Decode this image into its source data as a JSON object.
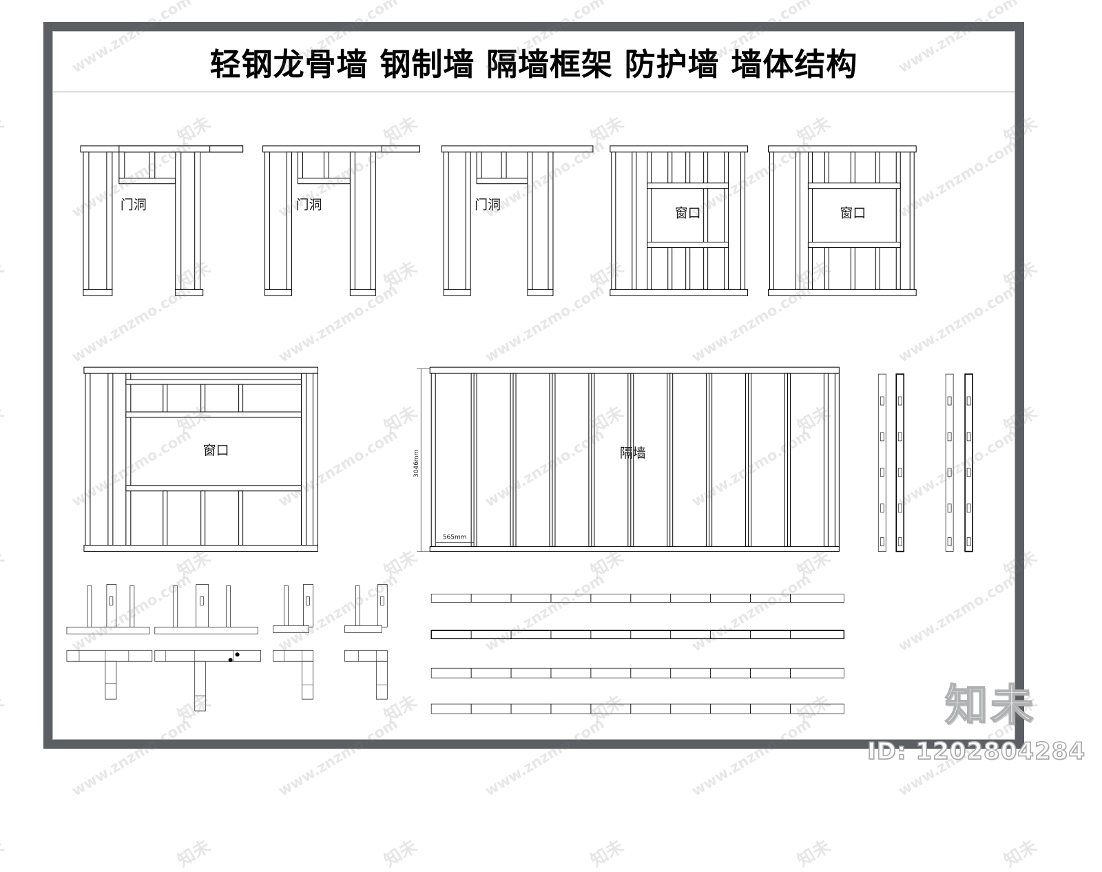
{
  "sheet": {
    "title": "轻钢龙骨墙  钢制墙  隔墙框架  防护墙  墙体结构",
    "frame_color": "#5b5e62",
    "paper_color": "#ffffff",
    "ink_color": "#000000"
  },
  "labels": {
    "door_opening": "门洞",
    "window_opening": "窗口",
    "partition": "隔墙"
  },
  "panels_row1": [
    {
      "name": "door-frame-panel-1",
      "label": "门洞"
    },
    {
      "name": "door-frame-panel-2",
      "label": "门洞"
    },
    {
      "name": "door-frame-panel-3",
      "label": "门洞"
    },
    {
      "name": "window-frame-panel-1",
      "label": "窗口"
    },
    {
      "name": "window-frame-panel-2",
      "label": "窗口"
    }
  ],
  "panels_row2": [
    {
      "name": "wide-window-panel",
      "label": "窗口"
    },
    {
      "name": "partition-wall-panel",
      "label": "隔墙"
    }
  ],
  "dimensions": {
    "height_label": "3046mm",
    "spacing_label": "565mm"
  },
  "details": {
    "junctions": [
      {
        "name": "t-junction-detail-1",
        "type": "T"
      },
      {
        "name": "t-junction-detail-2",
        "type": "T"
      },
      {
        "name": "l-junction-detail-1",
        "type": "L"
      },
      {
        "name": "l-junction-detail-2",
        "type": "L"
      }
    ],
    "track_profiles": 4,
    "stud_profiles": 4
  },
  "watermark": {
    "url_text": "www.znzmo.com",
    "brand": "知未",
    "id_text": "ID: 1202804284"
  }
}
